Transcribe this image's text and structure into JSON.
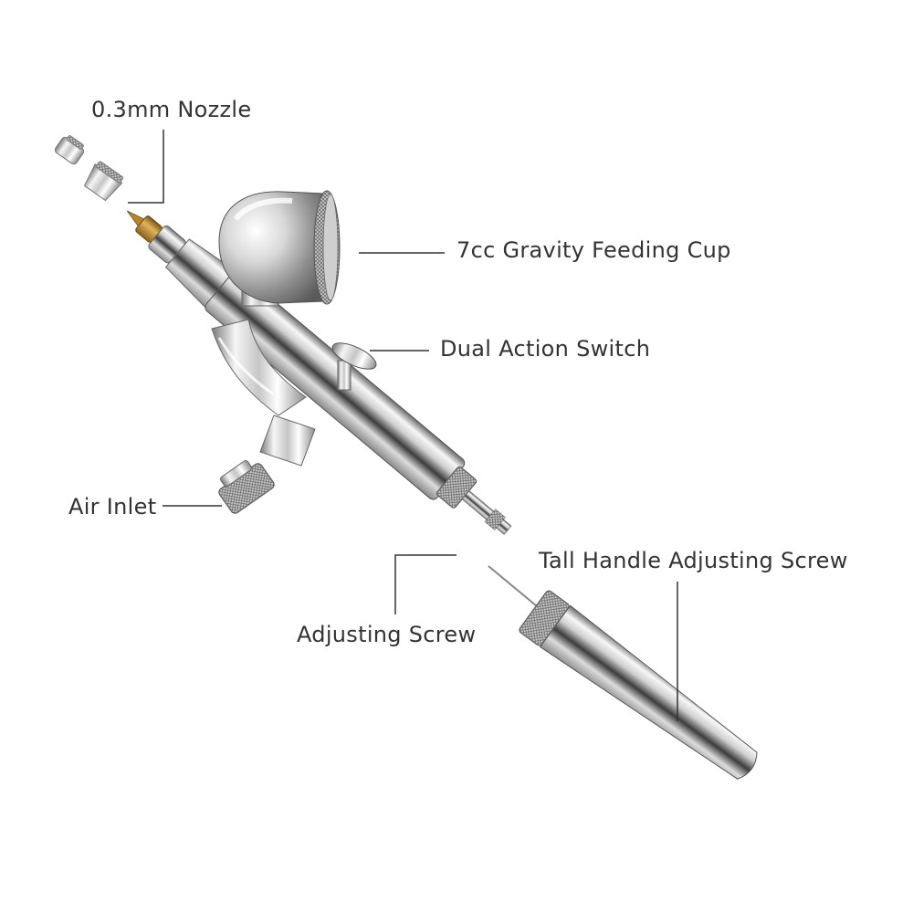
{
  "labels": {
    "nozzle": "0.3mm Nozzle",
    "cup": "7cc Gravity Feeding Cup",
    "switch": "Dual Action Switch",
    "air_inlet": "Air Inlet",
    "tall_handle": "Tall Handle Adjusting Screw",
    "adjusting_screw": "Adjusting Screw"
  },
  "colors": {
    "chrome_dark": "#4a4a4a",
    "chrome_mid": "#b8b8b8",
    "chrome_light": "#f4f4f4",
    "brass": "#b8862b",
    "leader_line": "#333333"
  }
}
